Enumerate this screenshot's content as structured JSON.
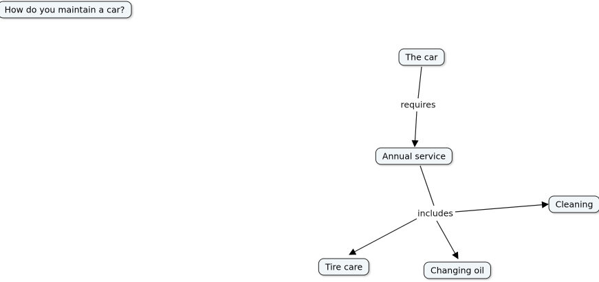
{
  "colors": {
    "background": "#ffffff",
    "node_fill": "#f1f6f8",
    "node_border": "#222222",
    "line": "#1c1c1c",
    "arrow": "#000000",
    "text": "#000000"
  },
  "map": {
    "nodes": [
      {
        "id": "question",
        "label": "How do you maintain a car?"
      },
      {
        "id": "the-car",
        "label": "The car"
      },
      {
        "id": "annual-service",
        "label": "Annual service"
      },
      {
        "id": "cleaning",
        "label": "Cleaning"
      },
      {
        "id": "tire-care",
        "label": "Tire care"
      },
      {
        "id": "changing-oil",
        "label": "Changing oil"
      }
    ],
    "links": [
      {
        "id": "requires",
        "label": "requires",
        "from": "The car",
        "to": [
          "Annual service"
        ]
      },
      {
        "id": "includes",
        "label": "includes",
        "from": "Annual service",
        "to": [
          "Cleaning",
          "Tire care",
          "Changing oil"
        ]
      }
    ]
  }
}
